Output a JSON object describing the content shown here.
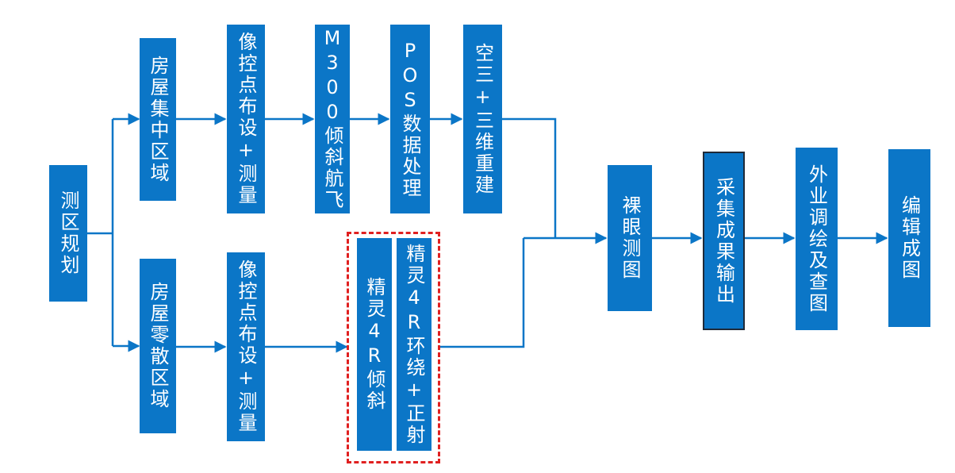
{
  "diagram": {
    "nodes": {
      "survey_planning": "测区规划",
      "dense_area": "房屋集中区域",
      "dense_gcp": "像控点布设+测量",
      "m300_flight": "M300倾斜航飞",
      "pos_processing": "POS数据处理",
      "aerial_3d": "空三+三维重建",
      "scattered_area": "房屋零散区域",
      "scattered_gcp": "像控点布设+测量",
      "p4r_oblique": "精灵4R倾斜",
      "p4r_orbit": "精灵4R环绕+正射",
      "naked_eye": "裸眼测图",
      "output": "采集成果输出",
      "field_check": "外业调绘及查图",
      "edit_map": "编辑成图"
    },
    "colors": {
      "box": "#0b76c7",
      "arrow": "#0b76c7",
      "dashed_group_border": "#e02020",
      "box_border_dark": "#1f2a38"
    }
  }
}
